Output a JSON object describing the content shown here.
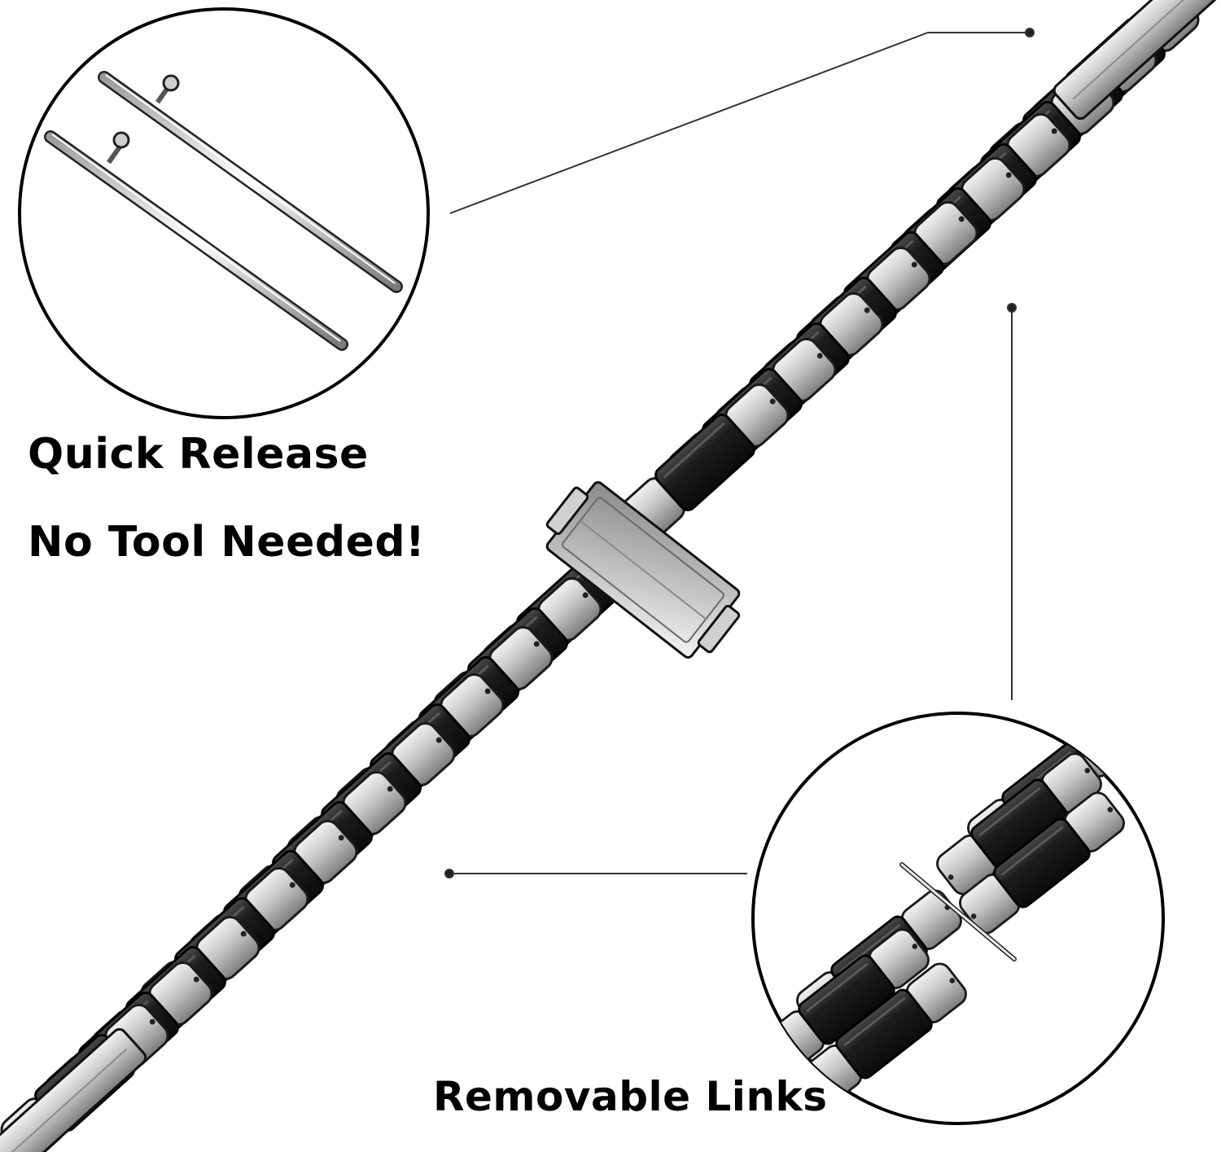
{
  "captions": {
    "quick_release": "Quick Release",
    "no_tool": "No Tool Needed!",
    "removable_links": "Removable Links"
  },
  "colors": {
    "background": "#ffffff",
    "silver_light": "#e2e2e2",
    "silver_mid": "#b4b4b4",
    "silver_dark": "#7a7a7a",
    "black_link": "#1a1a1a",
    "black_highlight": "#3c3c3c",
    "outline": "#000000",
    "leader_line": "#333333"
  },
  "icons": {
    "spring_bar": "spring-bar-pin-icon",
    "clasp": "butterfly-clasp-icon",
    "link": "watch-band-link-icon"
  }
}
